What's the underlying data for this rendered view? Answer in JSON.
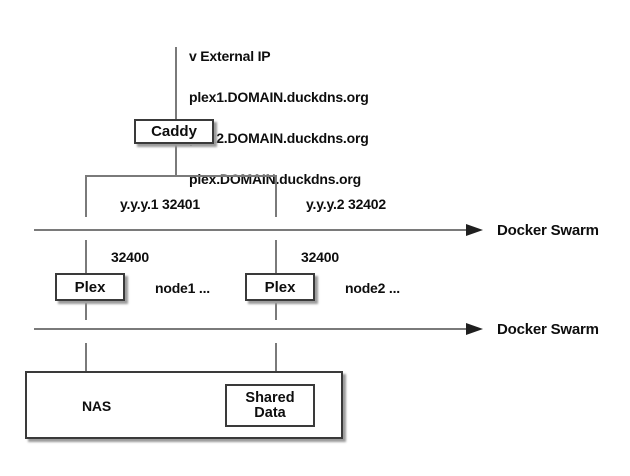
{
  "diagram": {
    "external": {
      "title": "v External IP",
      "domain1": "plex1.DOMAIN.duckdns.org",
      "domain2": "plex2.DOMAIN.duckdns.org",
      "domain3": "plex.DOMAIN.duckdns.org"
    },
    "caddy": {
      "label": "Caddy"
    },
    "branches": {
      "left_label": "y.y.y.1 32401",
      "right_label": "y.y.y.2 32402"
    },
    "swarm_top": {
      "label": "Docker Swarm"
    },
    "swarm_bottom": {
      "label": "Docker Swarm"
    },
    "plex_left": {
      "port": "32400",
      "label": "Plex",
      "node": "node1 ..."
    },
    "plex_right": {
      "port": "32400",
      "label": "Plex",
      "node": "node2 ..."
    },
    "nas": {
      "label": "NAS"
    },
    "shared_data": {
      "label": "Shared Data"
    }
  },
  "colors": {
    "background": "#ffffff",
    "connector_gray": "#7a7a7a",
    "box_border": "#3a3a3a",
    "box_shadow": "#9b9b9b",
    "arrowhead_black": "#1f1f1f",
    "text": "#0e0e0e"
  }
}
